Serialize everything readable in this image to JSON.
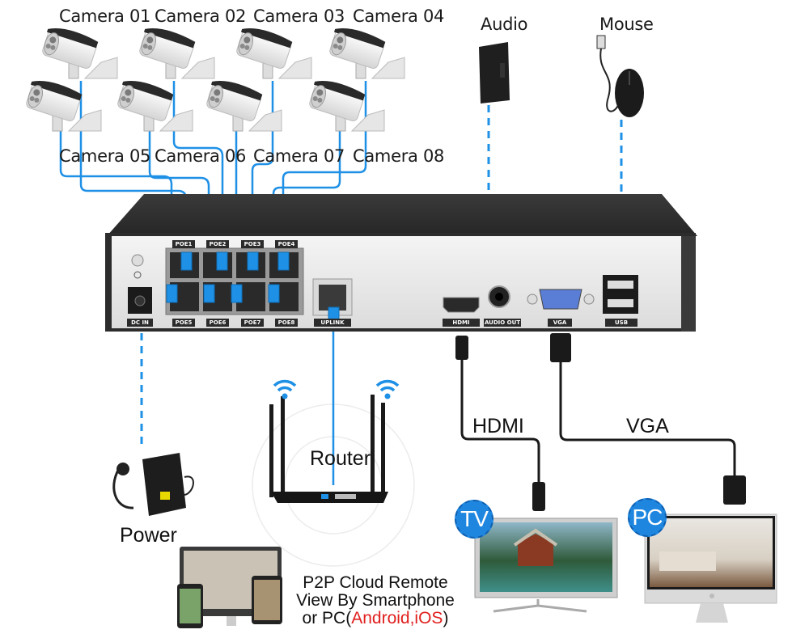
{
  "diagram": {
    "type": "nvr-poe-connection-diagram",
    "accent_color": "#1e90e6",
    "cable_dark_color": "#1a1a1a",
    "cameras": [
      {
        "label": "Camera 01",
        "port": "POE1"
      },
      {
        "label": "Camera 02",
        "port": "POE2"
      },
      {
        "label": "Camera 03",
        "port": "POE3"
      },
      {
        "label": "Camera 04",
        "port": "POE4"
      },
      {
        "label": "Camera 05",
        "port": "POE5"
      },
      {
        "label": "Camera 06",
        "port": "POE6"
      },
      {
        "label": "Camera 07",
        "port": "POE7"
      },
      {
        "label": "Camera 08",
        "port": "POE8"
      }
    ],
    "peripherals": {
      "audio": {
        "label": "Audio",
        "port": "AUDIO OUT"
      },
      "mouse": {
        "label": "Mouse",
        "port": "USB"
      }
    },
    "nvr_ports": {
      "top_row": [
        "POE1",
        "POE2",
        "POE3",
        "POE4"
      ],
      "bottom_row": [
        "POE5",
        "POE6",
        "POE7",
        "POE8"
      ],
      "dc_in": "DC IN",
      "uplink": "UPLINK",
      "hdmi": "HDMI",
      "audio_out": "AUDIO OUT",
      "vga": "VGA",
      "usb": "USB"
    },
    "power": {
      "label": "Power"
    },
    "router": {
      "label": "Router"
    },
    "cables": {
      "hdmi_label": "HDMI",
      "vga_label": "VGA"
    },
    "displays": {
      "tv": {
        "badge": "TV"
      },
      "pc": {
        "badge": "PC"
      }
    },
    "remote_view": {
      "line1": "P2P Cloud Remote",
      "line2": "View By Smartphone",
      "line3_prefix": "or PC(",
      "line3_highlight": "Android,iOS",
      "line3_suffix": ")"
    }
  }
}
